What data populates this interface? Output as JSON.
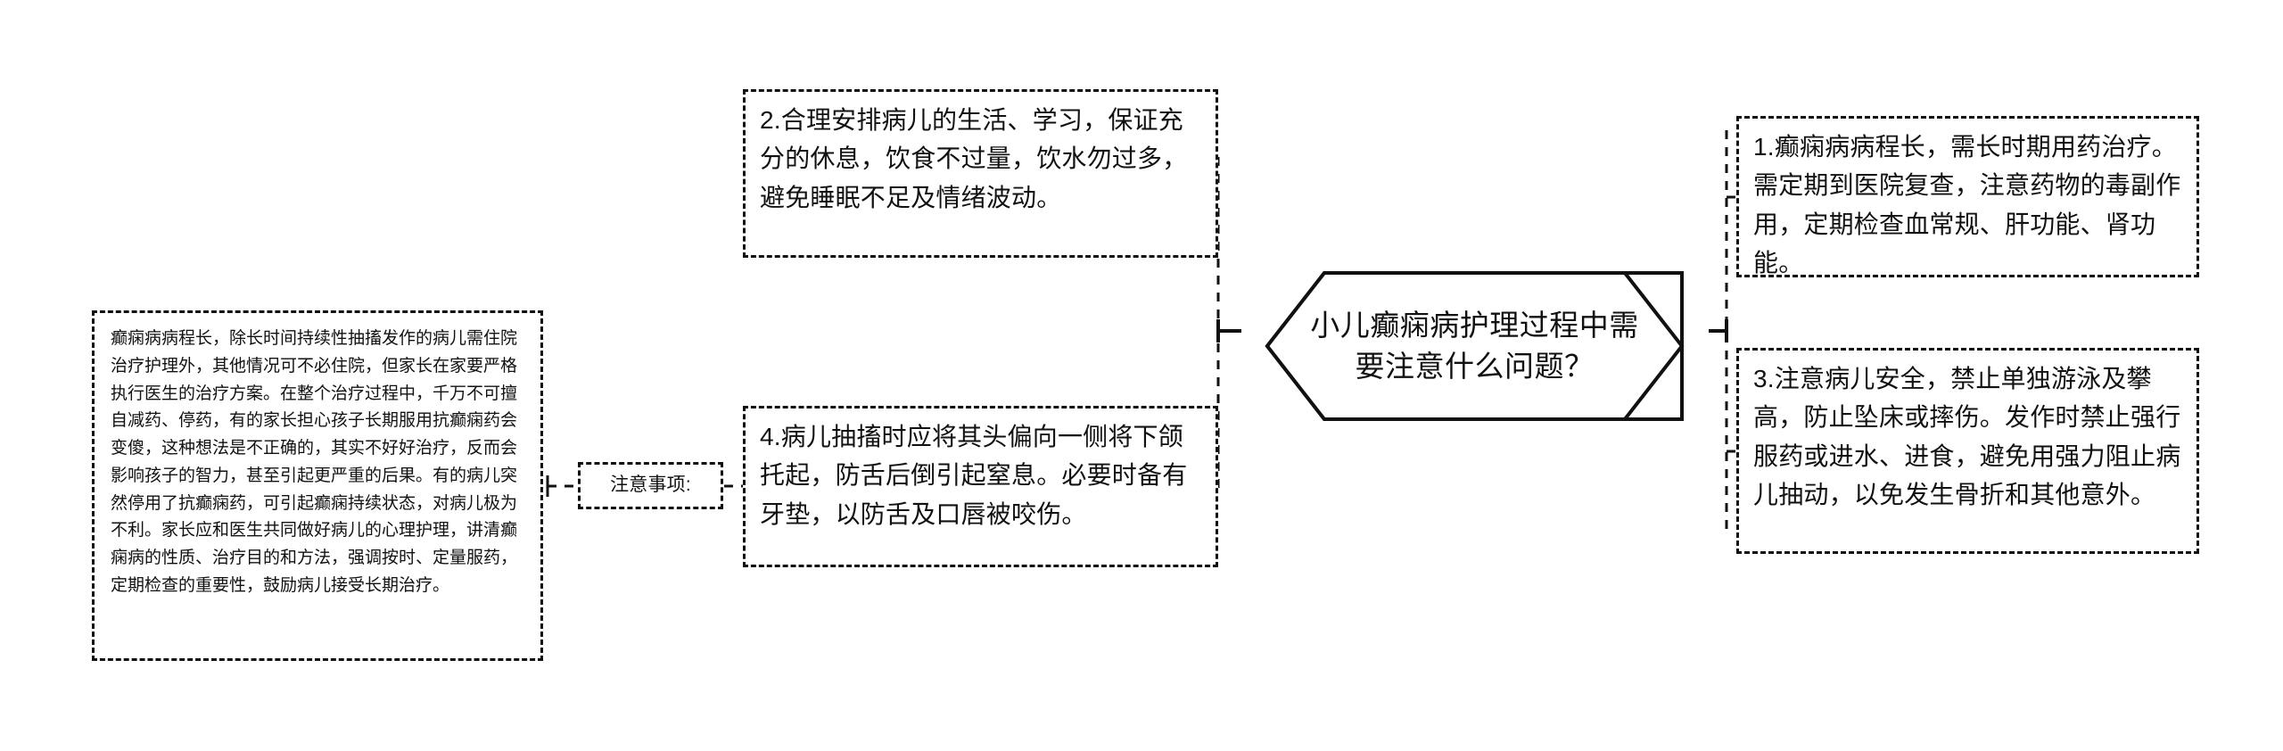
{
  "mindmap": {
    "center": {
      "line1": "小儿癫痫病护理过程中需",
      "line2": "要注意什么问题？"
    },
    "section_label": "注意事项:",
    "branches": {
      "item1": "1.癫痫病病程长，需长时期用药治疗。需定期到医院复查，注意药物的毒副作用，定期检查血常规、肝功能、肾功能。",
      "item2": "2.合理安排病儿的生活、学习，保证充分的休息，饮食不过量，饮水勿过多，避免睡眠不足及情绪波动。",
      "item3": "3.注意病儿安全，禁止单独游泳及攀高，防止坠床或摔伤。发作时禁止强行服药或进水、进食，避免用强力阻止病儿抽动，以免发生骨折和其他意外。",
      "item4": "4.病儿抽搐时应将其头偏向一侧将下颌托起，防舌后倒引起窒息。必要时备有牙垫，以防舌及口唇被咬伤。"
    },
    "detail": "癫痫病病程长，除长时间持续性抽搐发作的病儿需住院治疗护理外，其他情况可不必住院，但家长在家要严格执行医生的治疗方案。在整个治疗过程中，千万不可擅自减药、停药，有的家长担心孩子长期服用抗癫痫药会变傻，这种想法是不正确的，其实不好好治疗，反而会影响孩子的智力，甚至引起更严重的后果。有的病儿突然停用了抗癫痫药，可引起癫痫持续状态，对病儿极为不利。家长应和医生共同做好病儿的心理护理，讲清癫痫病的性质、治疗目的和方法，强调按时、定量服药，定期检查的重要性，鼓励病儿接受长期治疗。",
    "colors": {
      "line": "#111111",
      "background": "#ffffff",
      "text": "#111111"
    }
  }
}
